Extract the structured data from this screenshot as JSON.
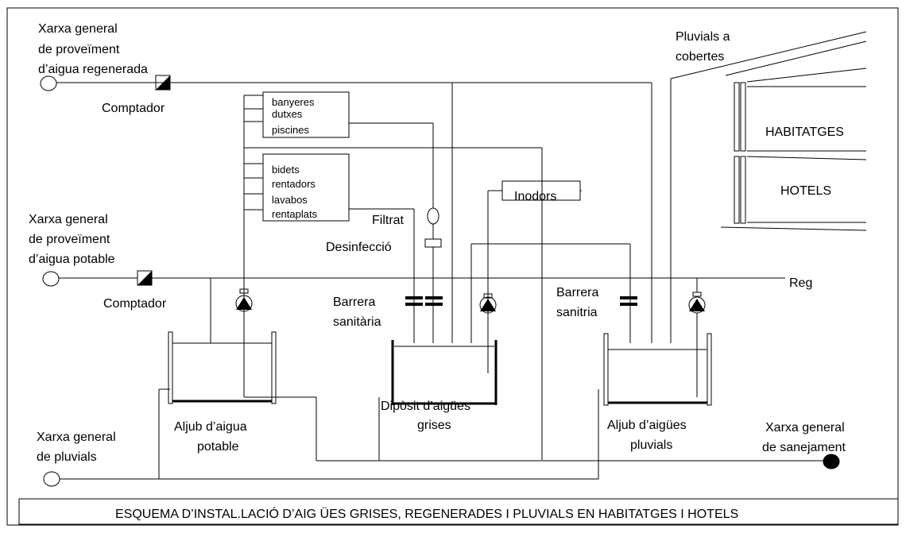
{
  "networks": {
    "regenerated": [
      "Xarxa general",
      "de proveïment",
      "d’aigua regenerada"
    ],
    "potable": [
      "Xarxa general",
      "de proveïment",
      "d’aigua potable"
    ],
    "pluvials": [
      "Xarxa general",
      "de pluvials"
    ],
    "sanitation": [
      "Xarxa general",
      "de sanejament"
    ]
  },
  "meters": {
    "top": "Comptador",
    "middle": "Comptador"
  },
  "roof": [
    "Pluvials a",
    "cobertes"
  ],
  "buildings": {
    "homes": "HABITATGES",
    "hotels": "HOTELS"
  },
  "fixtures_group_1": [
    "banyeres",
    "dutxes",
    "piscines"
  ],
  "fixtures_group_2": [
    "bidets",
    "rentadors",
    "lavabos",
    "rentaplats"
  ],
  "toilets": "Inodors",
  "treatment": {
    "filter": "Filtrat",
    "disinfection": "Desinfecció"
  },
  "barriers": {
    "left": [
      "Barrera",
      "sanitària"
    ],
    "right": [
      "Barrera",
      "sanitria"
    ]
  },
  "irrigation": "Reg",
  "tanks": {
    "potable": [
      "Aljub d’aigua",
      "potable"
    ],
    "grey": [
      "Dipòsit d’aigües",
      "grises"
    ],
    "rain": [
      "Aljub d’aigües",
      "pluvials"
    ]
  },
  "caption": "ESQUEMA D’INSTAL.LACIÓ D’AIG ÜES GRISES, REGENERADES I PLUVIALS EN HABITATGES I HOTELS"
}
